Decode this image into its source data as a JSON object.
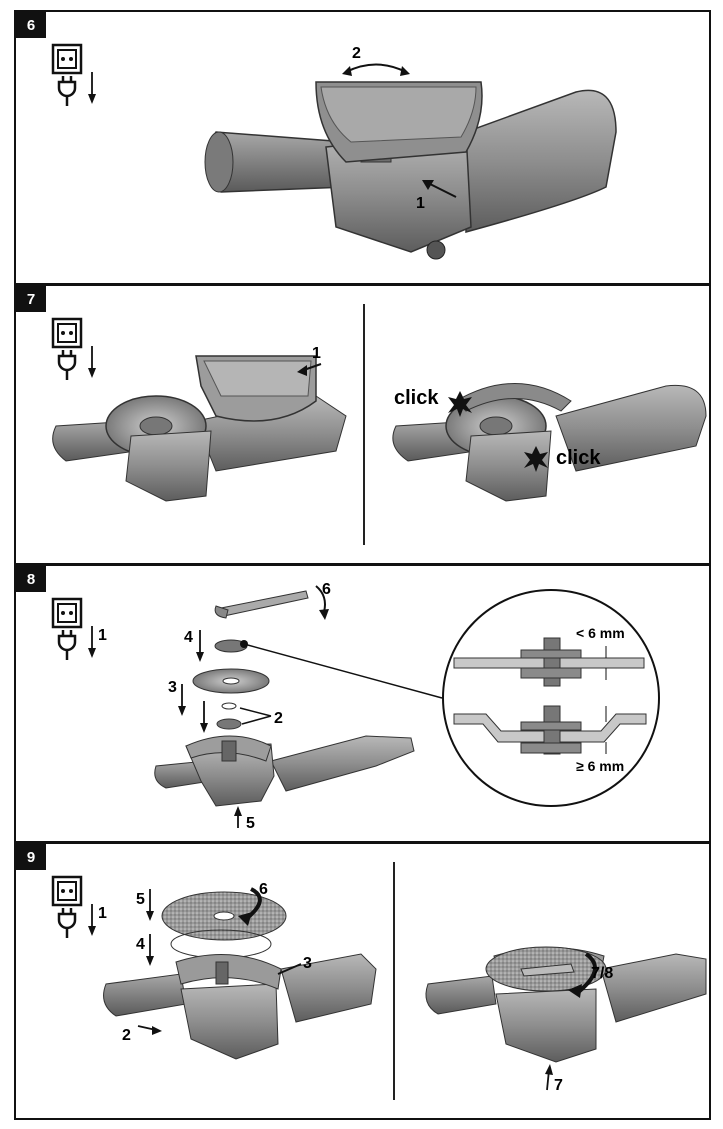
{
  "steps": [
    {
      "number": "6",
      "callouts": {
        "c1": "1",
        "c2": "2"
      }
    },
    {
      "number": "7",
      "callouts": {
        "c1": "1",
        "click1": "click",
        "click2": "click"
      }
    },
    {
      "number": "8",
      "callouts": {
        "c1": "1",
        "c2": "2",
        "c3": "3",
        "c4": "4",
        "c5": "5",
        "c6": "6",
        "gap_small": "< 6 mm",
        "gap_large": "≥ 6 mm"
      }
    },
    {
      "number": "9",
      "callouts": {
        "c1": "1",
        "c2": "2",
        "c3": "3",
        "c4": "4",
        "c5": "5",
        "c6": "6",
        "c7": "7",
        "c78": "7/8"
      }
    }
  ],
  "icons": [
    "power-socket-icon",
    "unplug-arrow-icon"
  ],
  "colors": {
    "tool_body": "#8c8c8c",
    "tool_dark": "#5a5a5a",
    "border": "#111111"
  }
}
